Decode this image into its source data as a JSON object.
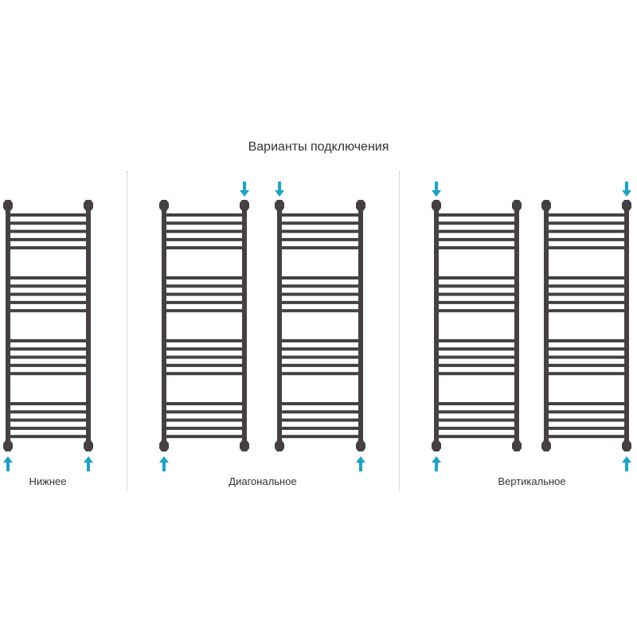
{
  "title": "Варианты подключения",
  "groups": [
    {
      "label": "Нижнее",
      "towels": [
        0
      ]
    },
    {
      "label": "Диагональное",
      "towels": [
        1,
        2
      ]
    },
    {
      "label": "Вертикальное",
      "towels": [
        3,
        4
      ]
    }
  ],
  "towels": [
    {
      "name": "bottom",
      "inlets": [
        "bottom-left-up",
        "bottom-right-up"
      ]
    },
    {
      "name": "diagonal-1",
      "inlets": [
        "top-right-down",
        "bottom-left-up"
      ]
    },
    {
      "name": "diagonal-2",
      "inlets": [
        "top-left-down",
        "bottom-right-up"
      ]
    },
    {
      "name": "vertical-left",
      "inlets": [
        "top-left-down",
        "bottom-left-up"
      ]
    },
    {
      "name": "vertical-right",
      "inlets": [
        "top-right-down",
        "bottom-right-up"
      ]
    }
  ],
  "rung_groups": 4,
  "rungs_per_group": 5,
  "colors": {
    "frame": "#454142",
    "arrow": "#1aa3c8",
    "text": "#333333"
  }
}
